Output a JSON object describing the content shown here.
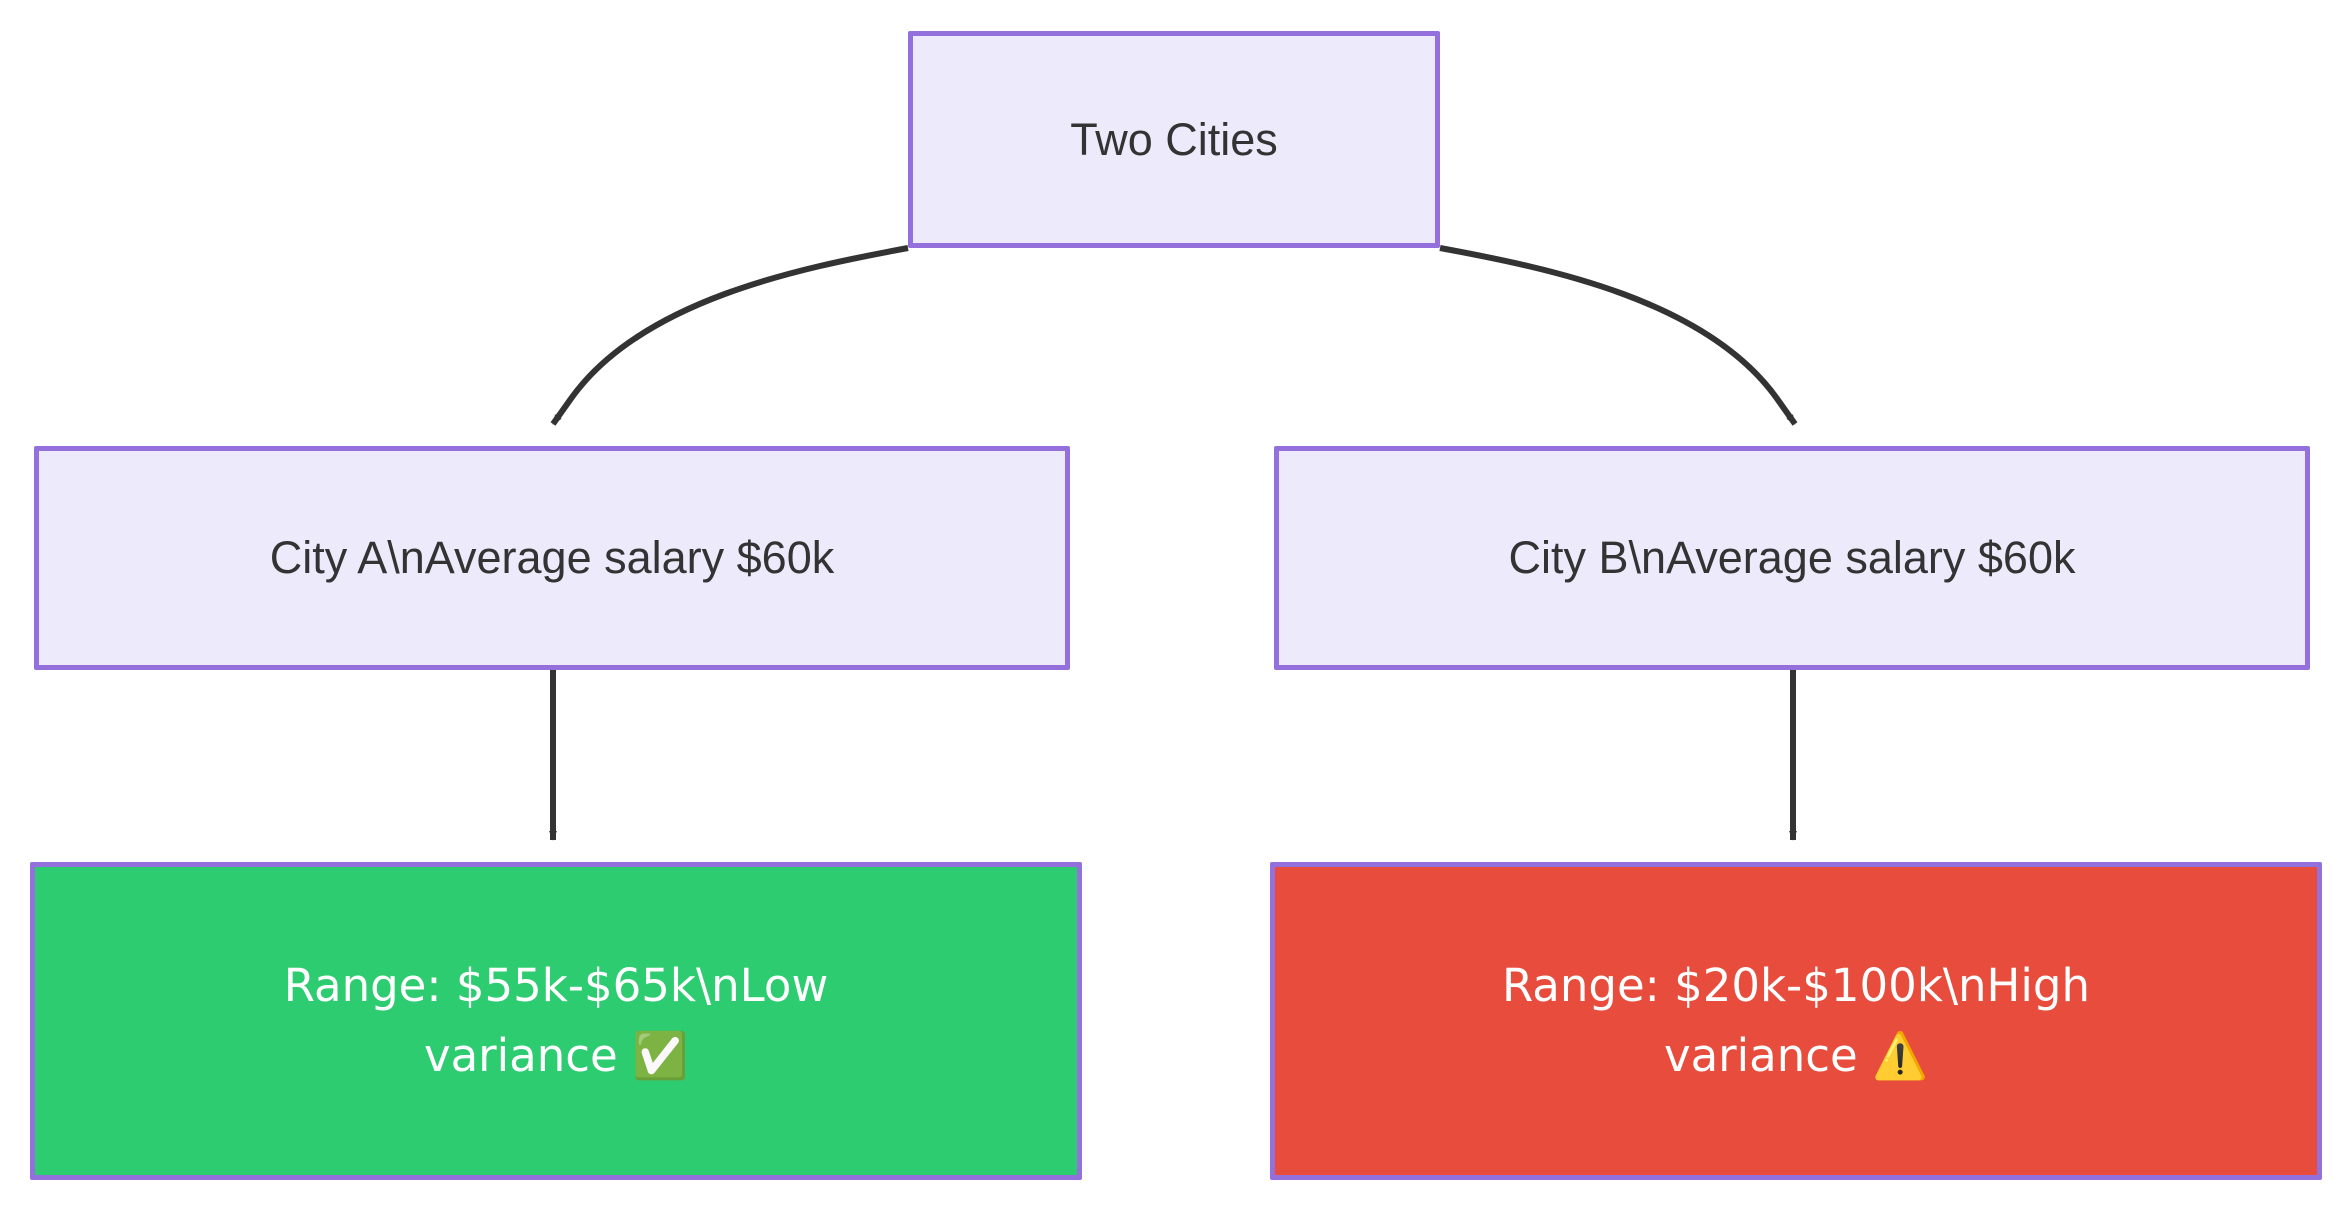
{
  "diagram": {
    "type": "flowchart",
    "direction": "top-down",
    "background_color": "#ffffff",
    "nodes": [
      {
        "id": "root",
        "label": "Two Cities",
        "fill": "#ECEAFB",
        "stroke": "#9370DB",
        "text_color": "#333333"
      },
      {
        "id": "city_a",
        "label": "City A\\nAverage salary $60k",
        "fill": "#ECEAFB",
        "stroke": "#9370DB",
        "text_color": "#333333"
      },
      {
        "id": "city_b",
        "label": "City B\\nAverage salary $60k",
        "fill": "#ECEAFB",
        "stroke": "#9370DB",
        "text_color": "#333333"
      },
      {
        "id": "range_a",
        "label": "Range: $55k-$65k\\nLow variance ✅",
        "fill": "#2ECC71",
        "stroke": "#9370DB",
        "text_color": "#ffffff"
      },
      {
        "id": "range_b",
        "label": "Range: $20k-$100k\\nHigh variance ⚠️",
        "fill": "#E74C3C",
        "stroke": "#9370DB",
        "text_color": "#ffffff"
      }
    ],
    "edges": [
      {
        "from": "root",
        "to": "city_a",
        "style": "curved",
        "arrow": "filled-triangle",
        "color": "#333333"
      },
      {
        "from": "root",
        "to": "city_b",
        "style": "curved",
        "arrow": "filled-triangle",
        "color": "#333333"
      },
      {
        "from": "city_a",
        "to": "range_a",
        "style": "straight",
        "arrow": "filled-triangle",
        "color": "#333333"
      },
      {
        "from": "city_b",
        "to": "range_b",
        "style": "straight",
        "arrow": "filled-triangle",
        "color": "#333333"
      }
    ]
  }
}
